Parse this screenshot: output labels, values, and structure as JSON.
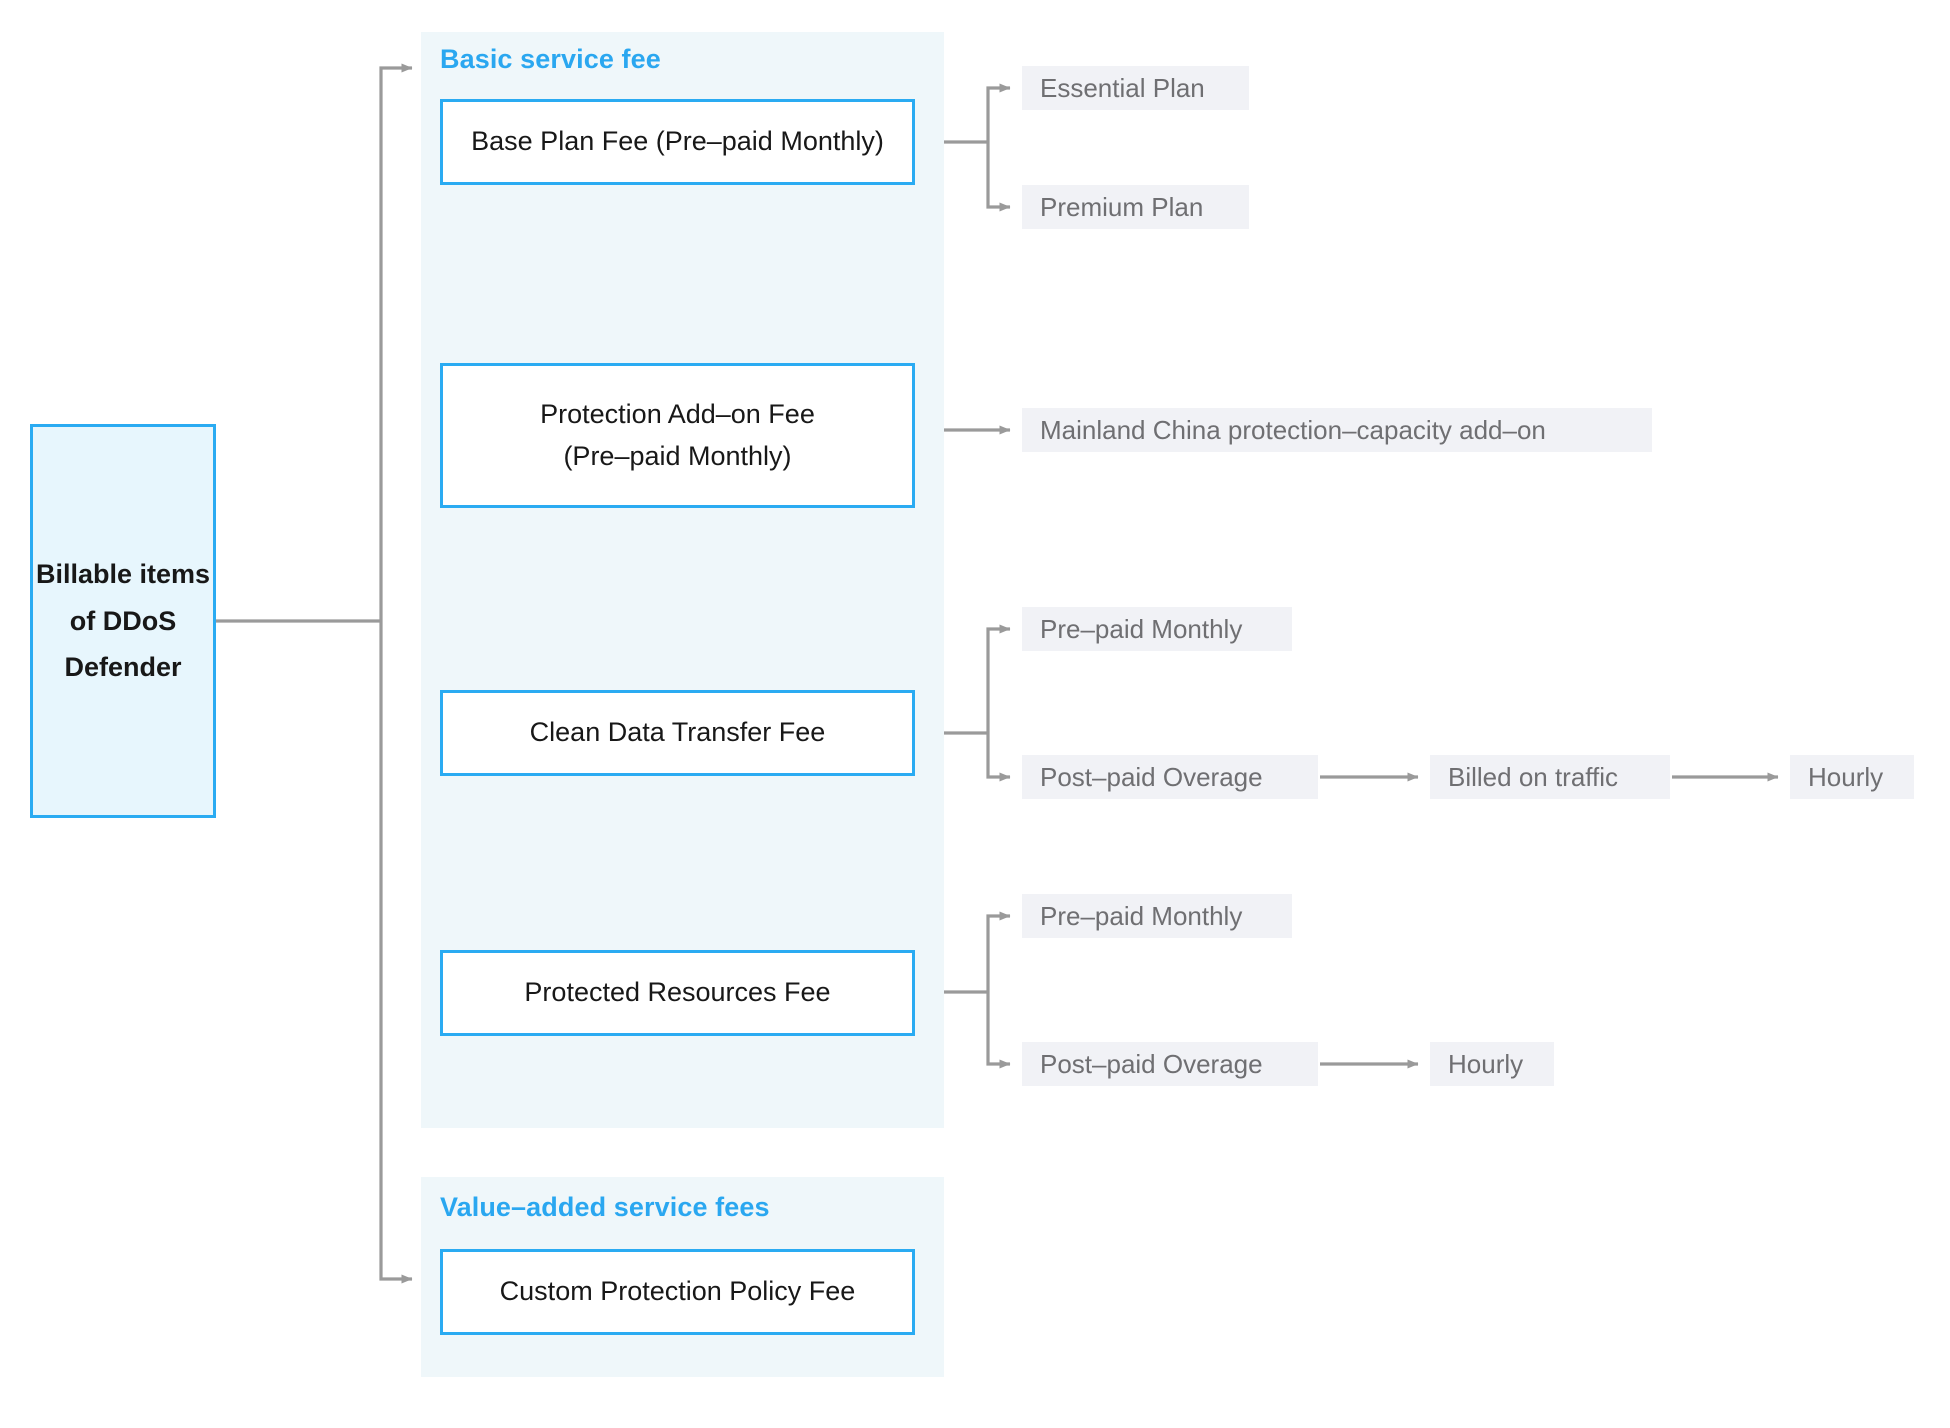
{
  "diagram": {
    "type": "tree",
    "root": {
      "lines": [
        "Billable items",
        "of DDoS",
        "Defender"
      ]
    },
    "groups": [
      {
        "id": "basic-service-fee",
        "title": "Basic service fee",
        "title_color": "#2aa7f0",
        "panel_color": "#eff7fa",
        "items": [
          {
            "id": "base-plan-fee",
            "lines": [
              "Base Plan Fee (Pre–paid Monthly)"
            ],
            "children": [
              {
                "id": "essential-plan",
                "label": "Essential Plan",
                "children": []
              },
              {
                "id": "premium-plan",
                "label": "Premium Plan",
                "children": []
              }
            ]
          },
          {
            "id": "protection-add-on-fee",
            "lines": [
              "Protection Add–on Fee",
              "(Pre–paid Monthly)"
            ],
            "children": [
              {
                "id": "mainland-china-add-on",
                "label": "Mainland China protection–capacity add–on",
                "children": []
              }
            ]
          },
          {
            "id": "clean-data-transfer-fee",
            "lines": [
              "Clean Data Transfer Fee"
            ],
            "children": [
              {
                "id": "cdt-pre-paid-monthly",
                "label": "Pre–paid Monthly",
                "children": []
              },
              {
                "id": "cdt-post-paid-overage",
                "label": "Post–paid Overage",
                "children": [
                  {
                    "id": "billed-on-traffic",
                    "label": "Billed on traffic",
                    "children": [
                      {
                        "id": "billed-on-traffic-hourly",
                        "label": "Hourly",
                        "children": []
                      }
                    ]
                  }
                ]
              }
            ]
          },
          {
            "id": "protected-resources-fee",
            "lines": [
              "Protected Resources Fee"
            ],
            "children": [
              {
                "id": "prf-pre-paid-monthly",
                "label": "Pre–paid Monthly",
                "children": []
              },
              {
                "id": "prf-post-paid-overage",
                "label": "Post–paid Overage",
                "children": [
                  {
                    "id": "prf-hourly",
                    "label": "Hourly",
                    "children": []
                  }
                ]
              }
            ]
          }
        ]
      },
      {
        "id": "value-added-service-fees",
        "title": "Value–added service fees",
        "title_color": "#2aa7f0",
        "panel_color": "#eff7fa",
        "items": [
          {
            "id": "custom-protection-policy-fee",
            "lines": [
              "Custom Protection Policy Fee"
            ],
            "children": []
          }
        ]
      }
    ],
    "colors": {
      "accent_border": "#2aabf2",
      "accent_title": "#2aa7f0",
      "root_fill": "#e7f6fd",
      "panel_fill": "#eff7fa",
      "chip_fill": "#f1f2f6",
      "chip_text": "#6f6f72",
      "node_text": "#181818",
      "connector": "#9a9a9a"
    }
  }
}
